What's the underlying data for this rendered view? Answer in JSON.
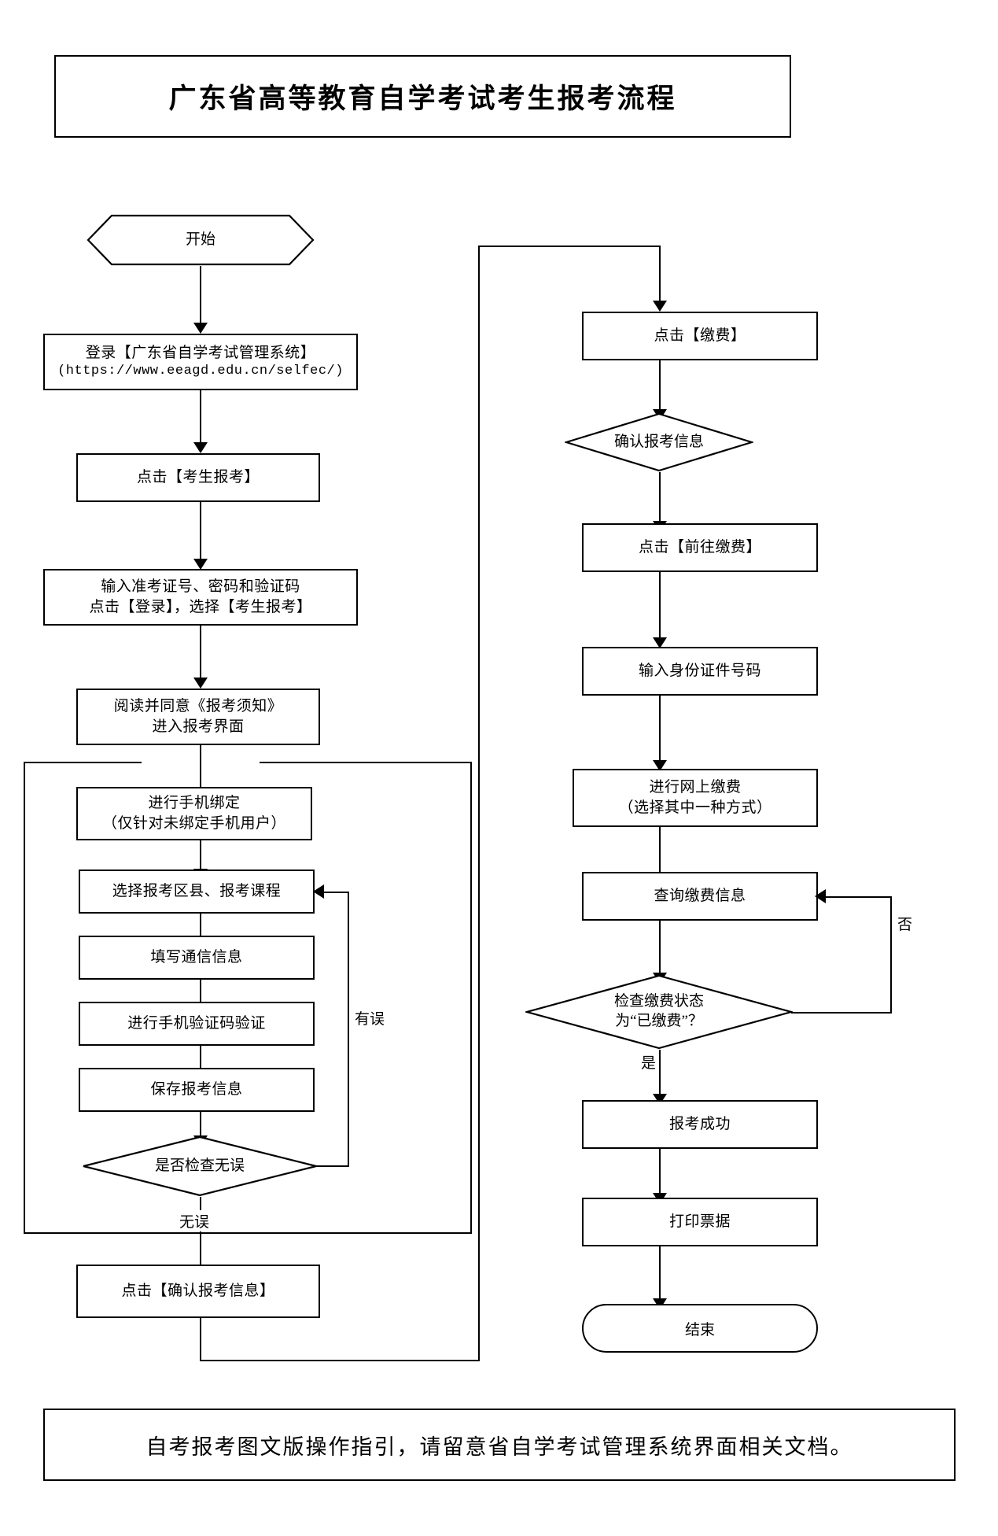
{
  "title": "广东省高等教育自学考试考生报考流程",
  "footer": "自考报考图文版操作指引，请留意省自学考试管理系统界面相关文档。",
  "left_column": {
    "start": "开始",
    "login": {
      "line1": "登录【广东省自学考试管理系统】",
      "line2": "(https://www.eeagd.edu.cn/selfec/)"
    },
    "click_apply": "点击【考生报考】",
    "enter_credentials": {
      "line1": "输入准考证号、密码和验证码",
      "line2": "点击【登录】，选择【考生报考】"
    },
    "read_notice": {
      "line1": "阅读并同意《报考须知》",
      "line2": "进入报考界面"
    },
    "bind_phone": {
      "line1": "进行手机绑定",
      "line2": "（仅针对未绑定手机用户）"
    },
    "select_district": "选择报考区县、报考课程",
    "fill_contact": "填写通信信息",
    "verify_sms": "进行手机验证码验证",
    "save_info": "保存报考信息",
    "check_decision": "是否检查无误",
    "check_yes_label": "无误",
    "check_no_label": "有误",
    "confirm_info": "点击【确认报考信息】"
  },
  "right_column": {
    "click_pay": "点击【缴费】",
    "confirm_exam_info": "确认报考信息",
    "click_goto_pay": "点击【前往缴费】",
    "enter_id": "输入身份证件号码",
    "online_payment": {
      "line1": "进行网上缴费",
      "line2": "（选择其中一种方式）"
    },
    "query_payment": "查询缴费信息",
    "pay_status_decision": {
      "line1": "检查缴费状态",
      "line2": "为“已缴费”？"
    },
    "pay_yes_label": "是",
    "pay_no_label": "否",
    "apply_success": "报考成功",
    "print_receipt": "打印票据",
    "end": "结束"
  },
  "colors": {
    "stroke": "#000000",
    "background": "#ffffff"
  }
}
